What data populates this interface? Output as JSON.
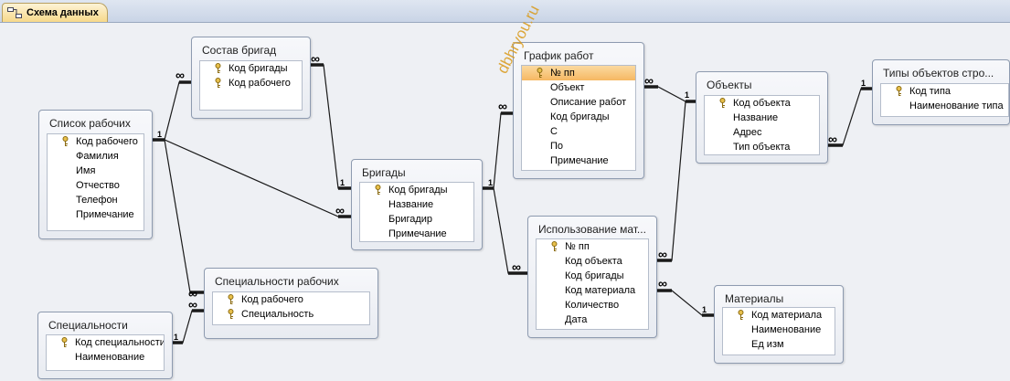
{
  "tab": {
    "label": "Схема данных",
    "icon": "relationships-icon"
  },
  "watermark": "dbhryou.ru",
  "colors": {
    "selected_row": "#f6b862",
    "tab": "#f7d98a",
    "canvas": "#eef0f4"
  },
  "symbols": {
    "one": "1",
    "many": "∞"
  },
  "tables": [
    {
      "id": "spisok",
      "title": "Список рабочих",
      "fields": [
        {
          "name": "Код рабочего",
          "key": true
        },
        {
          "name": "Фамилия"
        },
        {
          "name": "Имя"
        },
        {
          "name": "Отчество"
        },
        {
          "name": "Телефон"
        },
        {
          "name": "Примечание"
        }
      ]
    },
    {
      "id": "sostav",
      "title": "Состав бригад",
      "fields": [
        {
          "name": "Код бригады",
          "key": true
        },
        {
          "name": "Код рабочего",
          "key": true
        }
      ]
    },
    {
      "id": "brigady",
      "title": "Бригады",
      "fields": [
        {
          "name": "Код бригады",
          "key": true
        },
        {
          "name": "Название"
        },
        {
          "name": "Бригадир"
        },
        {
          "name": "Примечание"
        }
      ]
    },
    {
      "id": "grafik",
      "title": "График работ",
      "fields": [
        {
          "name": "№ пп",
          "key": true,
          "selected": true
        },
        {
          "name": "Объект"
        },
        {
          "name": "Описание работ"
        },
        {
          "name": "Код бригады"
        },
        {
          "name": "С"
        },
        {
          "name": "По"
        },
        {
          "name": "Примечание"
        }
      ]
    },
    {
      "id": "obekty",
      "title": "Объекты",
      "fields": [
        {
          "name": "Код объекта",
          "key": true
        },
        {
          "name": "Название"
        },
        {
          "name": "Адрес"
        },
        {
          "name": "Тип объекта"
        }
      ]
    },
    {
      "id": "tipy",
      "title": "Типы объектов стро...",
      "fields": [
        {
          "name": "Код типа",
          "key": true
        },
        {
          "name": "Наименование типа"
        }
      ]
    },
    {
      "id": "ispolz",
      "title": "Использование мат...",
      "fields": [
        {
          "name": "№ пп",
          "key": true
        },
        {
          "name": "Код объекта"
        },
        {
          "name": "Код бригады"
        },
        {
          "name": "Код материала"
        },
        {
          "name": "Количество"
        },
        {
          "name": "Дата"
        }
      ]
    },
    {
      "id": "materialy",
      "title": "Материалы",
      "fields": [
        {
          "name": "Код материала",
          "key": true
        },
        {
          "name": "Наименование"
        },
        {
          "name": "Ед изм"
        }
      ]
    },
    {
      "id": "specrab",
      "title": "Специальности рабочих",
      "fields": [
        {
          "name": "Код рабочего",
          "key": true
        },
        {
          "name": "Специальность",
          "key": true
        }
      ]
    },
    {
      "id": "spec",
      "title": "Специальности",
      "fields": [
        {
          "name": "Код специальности",
          "key": true
        },
        {
          "name": "Наименование"
        }
      ]
    }
  ]
}
